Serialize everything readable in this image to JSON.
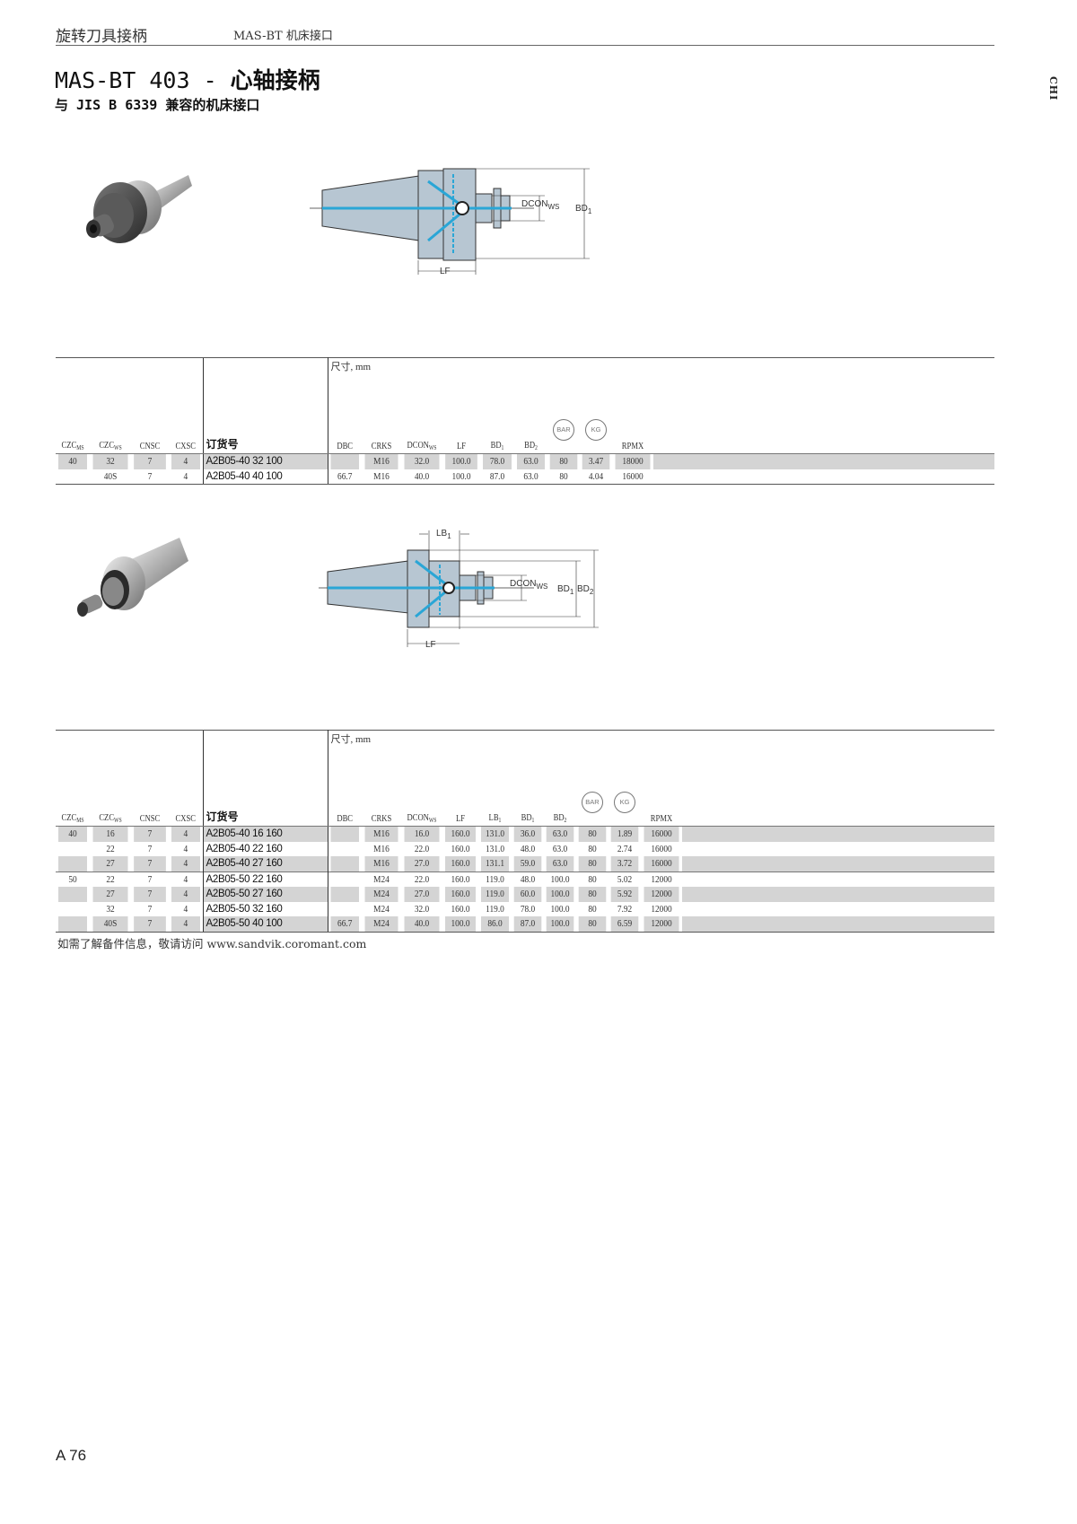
{
  "header": {
    "section": "旋转刀具接柄",
    "subsection": "MAS-BT 机床接口",
    "side_tab": "CHI"
  },
  "title": {
    "code": "MAS-BT 403 - ",
    "name": "心轴接柄",
    "subtitle": "与 JIS B 6339 兼容的机床接口"
  },
  "diagram1": {
    "labels": {
      "dcon": "DCON",
      "dcon_sub": "WS",
      "bd1": "BD",
      "bd1_sub": "1",
      "lf": "LF"
    }
  },
  "diagram2": {
    "labels": {
      "lb1": "LB",
      "lb1_sub": "1",
      "dcon": "DCON",
      "dcon_sub": "WS",
      "bd1": "BD",
      "bd1_sub": "1",
      "bd2": "BD",
      "bd2_sub": "2",
      "lf": "LF"
    }
  },
  "table1": {
    "dim_label": "尺寸, mm",
    "icons": {
      "bar": "BAR",
      "kg": "KG"
    },
    "columns": {
      "czc_ms": "CZC",
      "czc_ms_sub": "MS",
      "czc_ws": "CZC",
      "czc_ws_sub": "WS",
      "cnsc": "CNSC",
      "cxsc": "CXSC",
      "order": "订货号",
      "dbc": "DBC",
      "crks": "CRKS",
      "dcon": "DCON",
      "dcon_sub": "WS",
      "lf": "LF",
      "bd1": "BD",
      "bd1_sub": "1",
      "bd2": "BD",
      "bd2_sub": "2",
      "rpmx": "RPMX"
    },
    "rows": [
      {
        "czc_ms": "40",
        "czc_ws": "32",
        "cnsc": "7",
        "cxsc": "4",
        "order": "A2B05-40 32 100",
        "dbc": "",
        "crks": "M16",
        "dcon": "32.0",
        "lf": "100.0",
        "bd1": "78.0",
        "bd2": "63.0",
        "bar": "80",
        "kg": "3.47",
        "rpmx": "18000"
      },
      {
        "czc_ms": "",
        "czc_ws": "40S",
        "cnsc": "7",
        "cxsc": "4",
        "order": "A2B05-40 40 100",
        "dbc": "66.7",
        "crks": "M16",
        "dcon": "40.0",
        "lf": "100.0",
        "bd1": "87.0",
        "bd2": "63.0",
        "bar": "80",
        "kg": "4.04",
        "rpmx": "16000"
      }
    ]
  },
  "table2": {
    "dim_label": "尺寸, mm",
    "icons": {
      "bar": "BAR",
      "kg": "KG"
    },
    "columns": {
      "czc_ms": "CZC",
      "czc_ms_sub": "MS",
      "czc_ws": "CZC",
      "czc_ws_sub": "WS",
      "cnsc": "CNSC",
      "cxsc": "CXSC",
      "order": "订货号",
      "dbc": "DBC",
      "crks": "CRKS",
      "dcon": "DCON",
      "dcon_sub": "WS",
      "lf": "LF",
      "lb1": "LB",
      "lb1_sub": "1",
      "bd1": "BD",
      "bd1_sub": "1",
      "bd2": "BD",
      "bd2_sub": "2",
      "rpmx": "RPMX"
    },
    "rows": [
      {
        "czc_ms": "40",
        "czc_ws": "16",
        "cnsc": "7",
        "cxsc": "4",
        "order": "A2B05-40 16 160",
        "dbc": "",
        "crks": "M16",
        "dcon": "16.0",
        "lf": "160.0",
        "lb1": "131.0",
        "bd1": "36.0",
        "bd2": "63.0",
        "bar": "80",
        "kg": "1.89",
        "rpmx": "16000"
      },
      {
        "czc_ms": "",
        "czc_ws": "22",
        "cnsc": "7",
        "cxsc": "4",
        "order": "A2B05-40 22 160",
        "dbc": "",
        "crks": "M16",
        "dcon": "22.0",
        "lf": "160.0",
        "lb1": "131.0",
        "bd1": "48.0",
        "bd2": "63.0",
        "bar": "80",
        "kg": "2.74",
        "rpmx": "16000"
      },
      {
        "czc_ms": "",
        "czc_ws": "27",
        "cnsc": "7",
        "cxsc": "4",
        "order": "A2B05-40 27 160",
        "dbc": "",
        "crks": "M16",
        "dcon": "27.0",
        "lf": "160.0",
        "lb1": "131.1",
        "bd1": "59.0",
        "bd2": "63.0",
        "bar": "80",
        "kg": "3.72",
        "rpmx": "16000"
      },
      {
        "czc_ms": "50",
        "czc_ws": "22",
        "cnsc": "7",
        "cxsc": "4",
        "order": "A2B05-50 22 160",
        "dbc": "",
        "crks": "M24",
        "dcon": "22.0",
        "lf": "160.0",
        "lb1": "119.0",
        "bd1": "48.0",
        "bd2": "100.0",
        "bar": "80",
        "kg": "5.02",
        "rpmx": "12000"
      },
      {
        "czc_ms": "",
        "czc_ws": "27",
        "cnsc": "7",
        "cxsc": "4",
        "order": "A2B05-50 27 160",
        "dbc": "",
        "crks": "M24",
        "dcon": "27.0",
        "lf": "160.0",
        "lb1": "119.0",
        "bd1": "60.0",
        "bd2": "100.0",
        "bar": "80",
        "kg": "5.92",
        "rpmx": "12000"
      },
      {
        "czc_ms": "",
        "czc_ws": "32",
        "cnsc": "7",
        "cxsc": "4",
        "order": "A2B05-50 32 160",
        "dbc": "",
        "crks": "M24",
        "dcon": "32.0",
        "lf": "160.0",
        "lb1": "119.0",
        "bd1": "78.0",
        "bd2": "100.0",
        "bar": "80",
        "kg": "7.92",
        "rpmx": "12000"
      },
      {
        "czc_ms": "",
        "czc_ws": "40S",
        "cnsc": "7",
        "cxsc": "4",
        "order": "A2B05-50 40 100",
        "dbc": "66.7",
        "crks": "M24",
        "dcon": "40.0",
        "lf": "100.0",
        "lb1": "86.0",
        "bd1": "87.0",
        "bd2": "100.0",
        "bar": "80",
        "kg": "6.59",
        "rpmx": "12000"
      }
    ]
  },
  "footer": {
    "note": "如需了解备件信息，敬请访问 www.sandvik.coromant.com",
    "page": "A 76"
  },
  "colors": {
    "coolant_blue": "#2aa6d6",
    "part_fill": "#b7c6d2",
    "row_shade": "#d4d4d4"
  }
}
